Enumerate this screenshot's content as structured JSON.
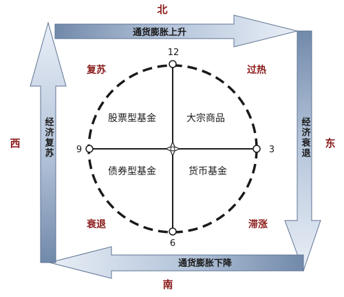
{
  "directions": {
    "north": "北",
    "south": "南",
    "east": "东",
    "west": "西"
  },
  "arrows": {
    "top": "通货膨胀上升",
    "bottom": "通货膨胀下降",
    "right": "经济衰退",
    "left": "经济复苏"
  },
  "clock": {
    "twelve": "12",
    "three": "3",
    "six": "6",
    "nine": "9"
  },
  "phases": {
    "recovery": "复苏",
    "overheat": "过热",
    "recession": "衰退",
    "stagflation": "滞涨"
  },
  "assets": {
    "stocks": "股票型基金",
    "commodities": "大宗商品",
    "bonds": "债券型基金",
    "money_market": "货币基金"
  },
  "colors": {
    "direction_red": "#8b1a1a",
    "arrow_blue_dark": "#6f88a8",
    "arrow_blue_light": "#e8eef7",
    "text": "#1a1a1a"
  }
}
